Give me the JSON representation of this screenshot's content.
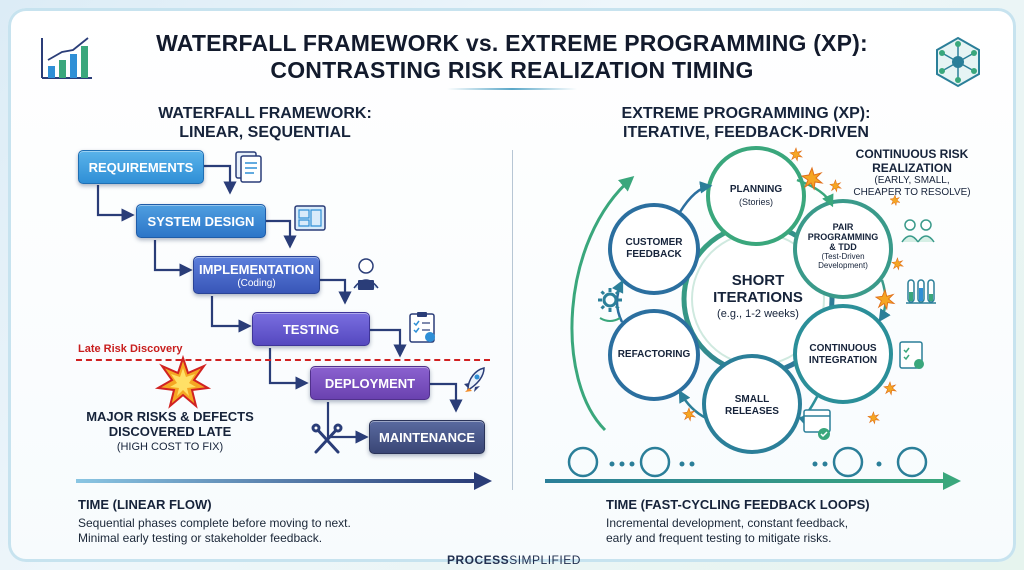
{
  "title": {
    "line1": "WATERFALL FRAMEWORK vs. EXTREME PROGRAMMING (XP):",
    "line2": "CONTRASTING RISK REALIZATION TIMING"
  },
  "waterfall": {
    "heading1": "WATERFALL FRAMEWORK:",
    "heading2": "LINEAR, SEQUENTIAL",
    "phases": [
      {
        "label": "REQUIREMENTS",
        "sub": ""
      },
      {
        "label": "SYSTEM DESIGN",
        "sub": ""
      },
      {
        "label": "IMPLEMENTATION",
        "sub": "(Coding)"
      },
      {
        "label": "TESTING",
        "sub": ""
      },
      {
        "label": "DEPLOYMENT",
        "sub": ""
      },
      {
        "label": "MAINTENANCE",
        "sub": ""
      }
    ],
    "late_risk": "Late Risk Discovery",
    "major_risks_line1": "MAJOR RISKS & DEFECTS",
    "major_risks_line2": "DISCOVERED LATE",
    "major_risks_sub": "(HIGH COST TO FIX)",
    "time_label": "TIME (LINEAR FLOW)",
    "desc_line1": "Sequential phases complete before moving to next.",
    "desc_line2": "Minimal early testing or stakeholder feedback."
  },
  "xp": {
    "heading1": "EXTREME PROGRAMMING (XP):",
    "heading2": "ITERATIVE, FEEDBACK-DRIVEN",
    "center_line1": "SHORT",
    "center_line2": "ITERATIONS",
    "center_sub": "(e.g., 1-2 weeks)",
    "practices": {
      "planning": "PLANNING",
      "planning_sub": "(Stories)",
      "pair_line1": "PAIR",
      "pair_line2": "PROGRAMMING",
      "pair_line3": "& TDD",
      "pair_sub1": "(Test-Driven",
      "pair_sub2": "Development)",
      "ci_line1": "CONTINUOUS",
      "ci_line2": "INTEGRATION",
      "small_line1": "SMALL",
      "small_line2": "RELEASES",
      "refactoring": "REFACTORING",
      "customer_line1": "CUSTOMER",
      "customer_line2": "FEEDBACK"
    },
    "cont_risk_line1": "CONTINUOUS RISK",
    "cont_risk_line2": "REALIZATION",
    "cont_risk_sub1": "(EARLY, SMALL,",
    "cont_risk_sub2": "CHEAPER TO RESOLVE)",
    "time_label": "TIME (FAST-CYCLING FEEDBACK LOOPS)",
    "desc_line1": "Incremental development, constant feedback,",
    "desc_line2": "early and frequent testing to mitigate risks."
  },
  "footer": {
    "bold": "PROCESS",
    "light": "SIMPLIFIED"
  },
  "icons": [
    "bar-chart-icon",
    "network-icon",
    "document-icon",
    "blueprint-icon",
    "developer-icon",
    "checklist-icon",
    "explosion-icon",
    "rocket-icon",
    "tools-icon",
    "gear-icon",
    "pair-users-icon",
    "test-tubes-icon",
    "release-icon",
    "burst-icon"
  ],
  "colors": {
    "accent_blue": "#2f8fd6",
    "risk_red": "#d12222",
    "xp_green": "#3aa77c",
    "xp_teal": "#2b7f99"
  }
}
